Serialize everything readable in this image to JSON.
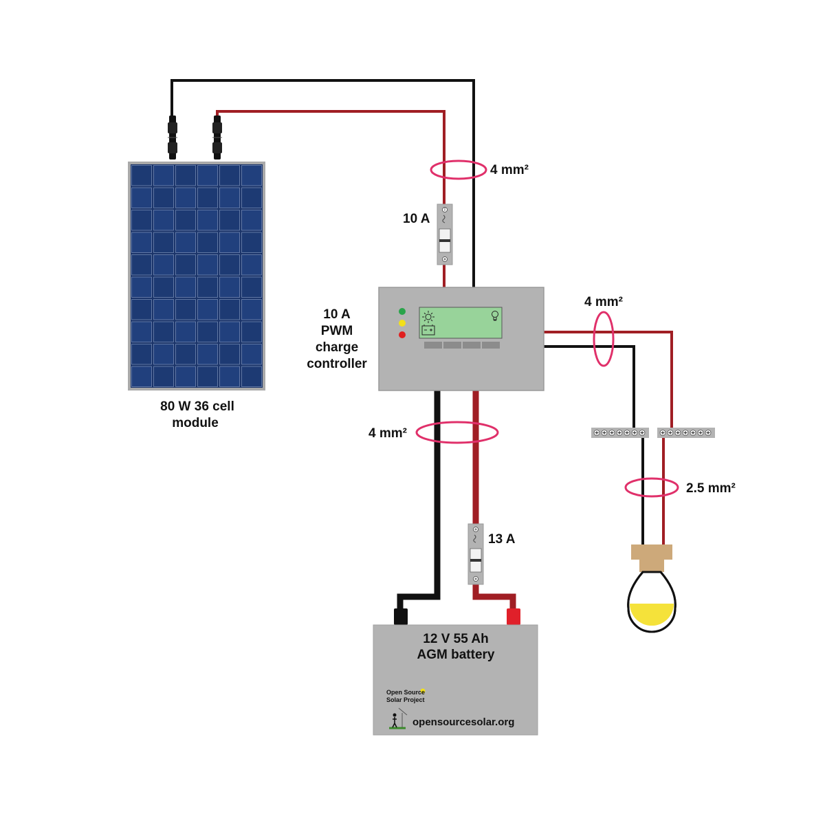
{
  "solar_module": {
    "label_line1": "80 W 36 cell",
    "label_line2": "module"
  },
  "charge_controller": {
    "label_line1": "10 A",
    "label_line2": "PWM",
    "label_line3": "charge",
    "label_line4": "controller"
  },
  "fuse_pv": {
    "label": "10 A"
  },
  "fuse_battery": {
    "label": "13 A"
  },
  "cable_pv": {
    "label": "4 mm²"
  },
  "cable_load": {
    "label": "4 mm²"
  },
  "cable_battery": {
    "label": "4 mm²"
  },
  "cable_lamp": {
    "label": "2.5 mm²"
  },
  "battery": {
    "label_line1": "12 V 55 Ah",
    "label_line2": "AGM battery",
    "logo_line1": "Open Source",
    "logo_line2": "Solar Project",
    "website": "opensourcesolar.org"
  },
  "colors": {
    "positive_wire": "#a01e24",
    "negative_wire": "#111111",
    "cable_marker": "#e0306a",
    "device_gray": "#b3b3b3",
    "lcd_green": "#98d39a",
    "panel_blue": "#1b3469",
    "bulb_yellow": "#f5e23a"
  }
}
